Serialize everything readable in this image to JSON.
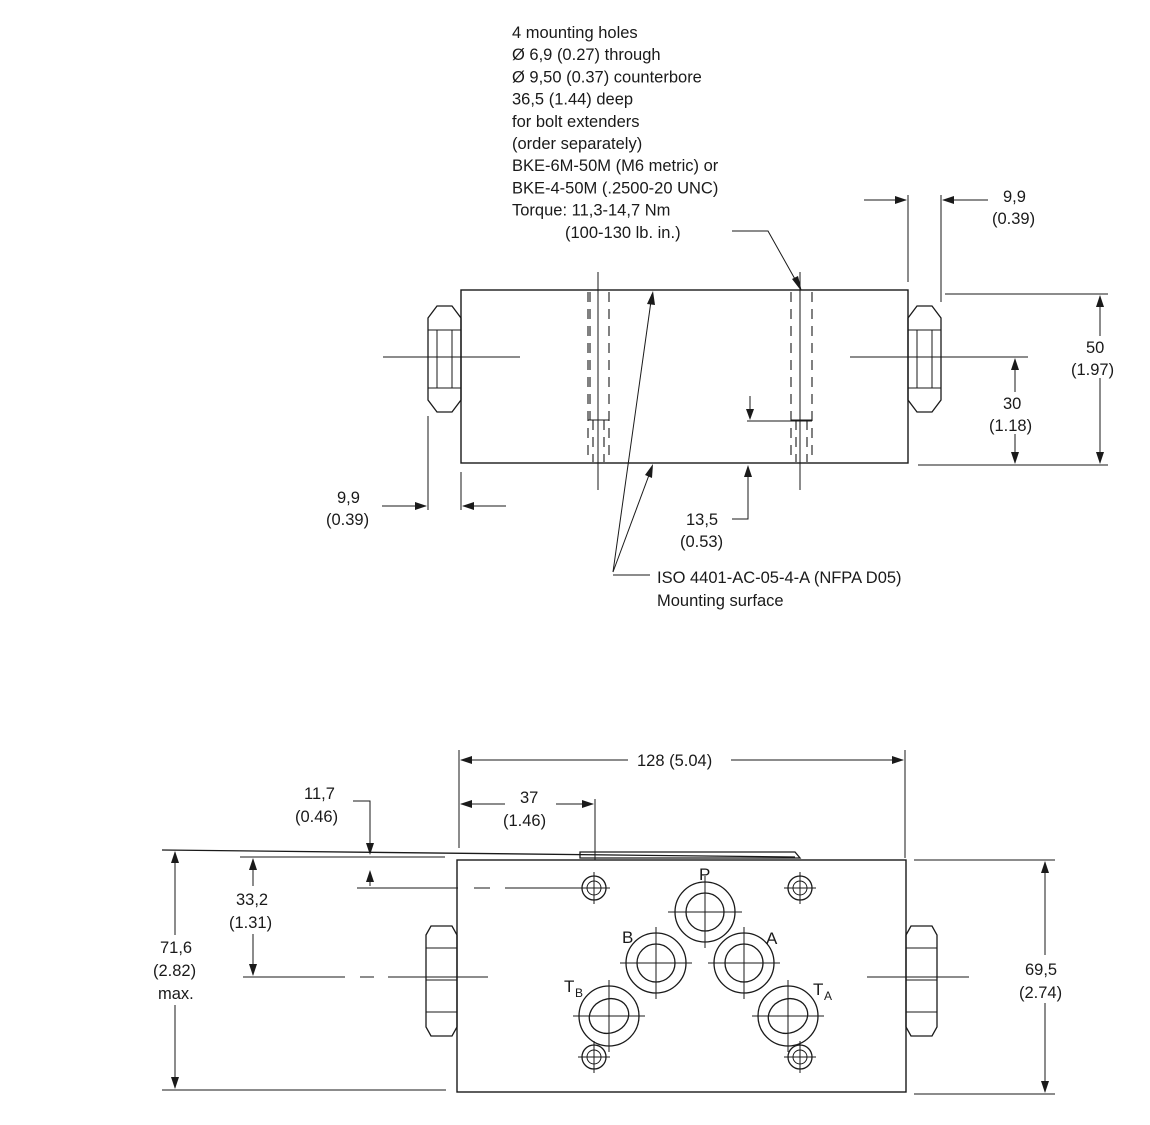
{
  "top_view": {
    "note_lines": [
      "4 mounting holes",
      "Ø 6,9 (0.27) through",
      "Ø 9,50 (0.37) counterbore",
      "36,5 (1.44) deep",
      "for bolt extenders",
      "(order separately)",
      "BKE-6M-50M (M6 metric) or",
      "BKE-4-50M (.2500-20 UNC)",
      "Torque: 11,3-14,7 Nm"
    ],
    "note_last_line": "(100-130 lb. in.)",
    "dim_right_top": [
      "9,9",
      "(0.39)"
    ],
    "dim_height": [
      "50",
      "(1.97)"
    ],
    "dim_centerline": [
      "30",
      "(1.18)"
    ],
    "dim_left_bottom": [
      "9,9",
      "(0.39)"
    ],
    "dim_surface_offset": [
      "13,5",
      "(0.53)"
    ],
    "mounting_surface": [
      "ISO 4401-AC-05-4-A (NFPA D05)",
      "Mounting surface"
    ]
  },
  "front_view": {
    "dim_width": "128 (5.04)",
    "dim_37": [
      "37",
      "(1.46)"
    ],
    "dim_11_7": [
      "11,7",
      "(0.46)"
    ],
    "dim_33_2": [
      "33,2",
      "(1.31)"
    ],
    "dim_total_height": [
      "71,6",
      "(2.82)",
      "max."
    ],
    "dim_body_height": [
      "69,5",
      "(2.74)"
    ],
    "ports": {
      "p": "P",
      "a": "A",
      "b": "B",
      "tb_main": "T",
      "tb_sub": "B",
      "ta_main": "T",
      "ta_sub": "A"
    }
  }
}
